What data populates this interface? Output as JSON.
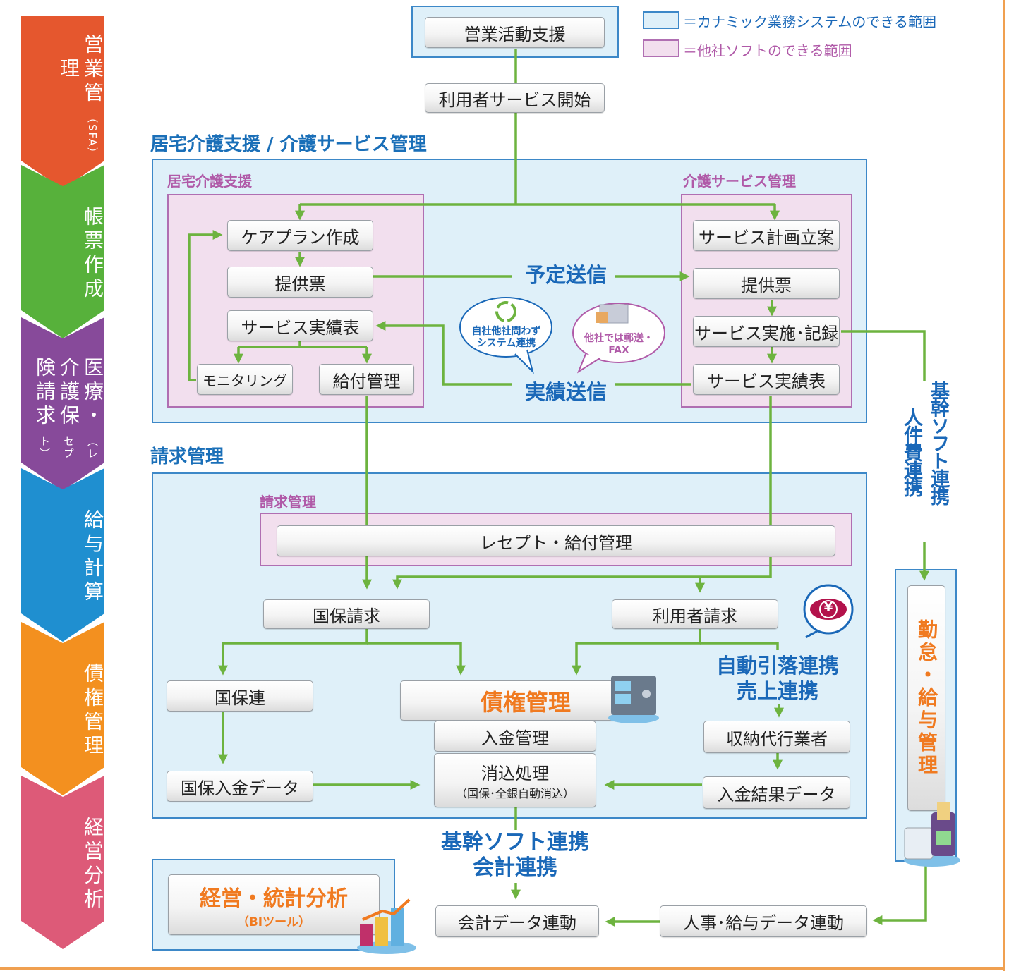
{
  "legend": {
    "blue_label": "＝カナミック業務システムのできる範囲",
    "pink_label": "＝他社ソフトのできる範囲"
  },
  "sidebar": [
    {
      "label": "営業管理",
      "sub": "（SFA）",
      "color": "#e5572e"
    },
    {
      "label": "帳票作成",
      "sub": "",
      "color": "#57b13b"
    },
    {
      "label": "医療・介護保険請求",
      "sub": "（レセプト）",
      "color": "#874a9a"
    },
    {
      "label": "給与計算",
      "sub": "",
      "color": "#1f8fd0"
    },
    {
      "label": "債権管理",
      "sub": "",
      "color": "#f3901f"
    },
    {
      "label": "経営分析",
      "sub": "",
      "color": "#dd5a78"
    }
  ],
  "top": {
    "sales_support": "営業活動支援",
    "user_service_start": "利用者サービス開始"
  },
  "section1": {
    "title": "居宅介護支援 / 介護サービス管理",
    "left_title": "居宅介護支援",
    "right_title": "介護サービス管理",
    "careplan": "ケアプラン作成",
    "provision_left": "提供票",
    "result_table_left": "サービス実績表",
    "monitoring": "モニタリング",
    "benefit_mgmt": "給付管理",
    "service_plan": "サービス計画立案",
    "provision_right": "提供票",
    "service_record": "サービス実施･記録",
    "result_table_right": "サービス実績表",
    "schedule_send": "予定送信",
    "result_send": "実績送信",
    "bubble_left": "自社他社問わず\nシステム連携",
    "bubble_right": "他社では郵送・\nFAX"
  },
  "section2": {
    "title": "請求管理",
    "pink_title": "請求管理",
    "receipt": "レセプト・給付管理",
    "kokuho_claim": "国保請求",
    "user_claim": "利用者請求",
    "kokuhoren": "国保連",
    "credit_mgmt": "債権管理",
    "payment_mgmt": "入金管理",
    "clearing": "消込処理",
    "clearing_sub": "（国保･全銀自動消込）",
    "kokuho_payment_data": "国保入金データ",
    "collection_agent": "収納代行業者",
    "payment_result_data": "入金結果データ",
    "auto_debit": "自動引落連携",
    "sales_link": "売上連携",
    "yen": "¥"
  },
  "right": {
    "core_link": "基幹ソフト連携",
    "labor_link": "人件費連携",
    "attendance": "勤怠・給与管理"
  },
  "bottom": {
    "core_link": "基幹ソフト連携",
    "accounting_link": "会計連携",
    "bi_title": "経営・統計分析",
    "bi_sub": "（BIツール）",
    "accounting_data": "会計データ連動",
    "hr_data": "人事･給与データ連動"
  }
}
